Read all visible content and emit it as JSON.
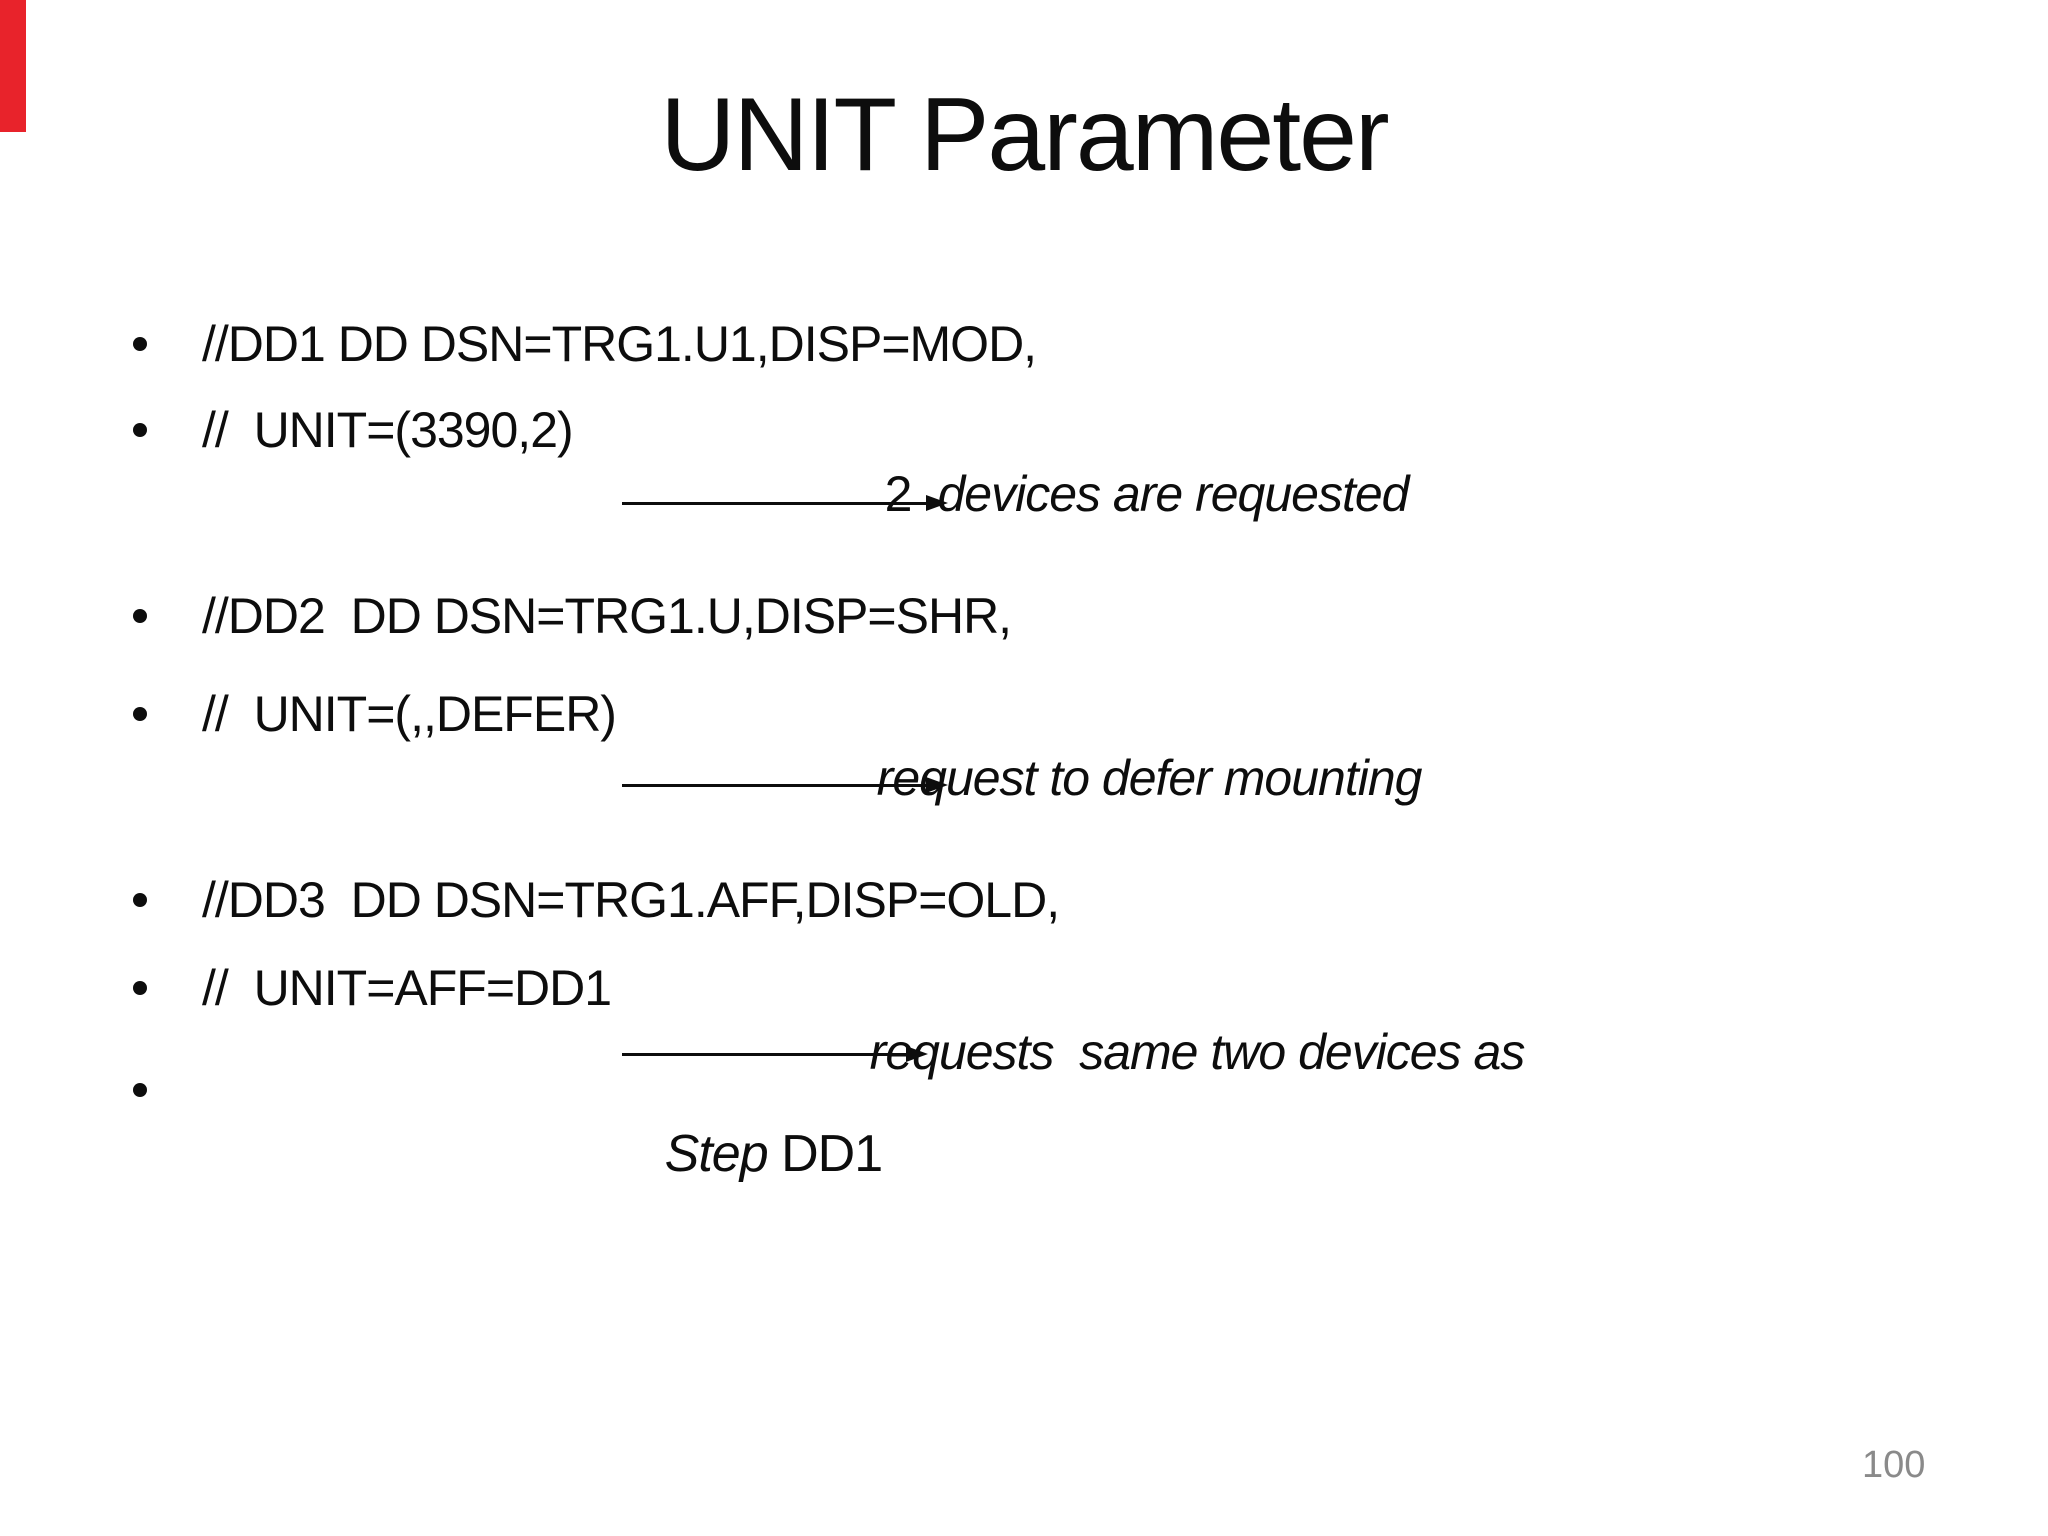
{
  "slide": {
    "title": "UNIT Parameter",
    "page_number": "100",
    "accent_color": "#e8232b",
    "text_color": "#0d0d0d",
    "page_number_color": "#8a8a8a",
    "lines": [
      {
        "code": "//DD1 DD DSN=TRG1.U1,DISP=MOD,"
      },
      {
        "code": "//  UNIT=(3390,2)",
        "note_prefix": "2",
        "note": "devices are requested"
      },
      {
        "code": "//DD2  DD DSN=TRG1.U,DISP=SHR,"
      },
      {
        "code": "//  UNIT=(,,DEFER)",
        "note": "request to defer mounting"
      },
      {
        "code": "//DD3  DD DSN=TRG1.AFF,DISP=OLD,"
      },
      {
        "code": "//  UNIT=AFF=DD1",
        "note": "requests  same two devices as"
      },
      {
        "step_italic": "Step",
        "step_separator": " ",
        "step_code": "DD1"
      }
    ],
    "arrows": [
      {
        "name": "arrow-1"
      },
      {
        "name": "arrow-2"
      },
      {
        "name": "arrow-3"
      }
    ]
  }
}
